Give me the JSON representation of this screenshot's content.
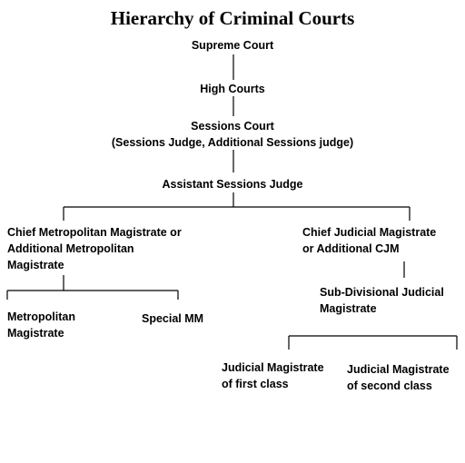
{
  "title": "Hierarchy of Criminal Courts",
  "nodes": {
    "supreme_court": "Supreme Court",
    "high_courts": "High Courts",
    "sessions_court": "Sessions Court",
    "sessions_court_sub": "(Sessions Judge, Additional Sessions judge)",
    "assistant_sessions_judge": "Assistant Sessions Judge",
    "cmm_line1": "Chief Metropolitan Magistrate or",
    "cmm_line2": "Additional Metropolitan",
    "cmm_line3": "Magistrate",
    "cjm_line1": "Chief Judicial Magistrate",
    "cjm_line2": "or Additional CJM",
    "mm_line1": "Metropolitan",
    "mm_line2": "Magistrate",
    "special_mm": "Special MM",
    "sdjm_line1": "Sub-Divisional Judicial",
    "sdjm_line2": "Magistrate",
    "jm1_line1": "Judicial Magistrate",
    "jm1_line2": "of first class",
    "jm2_line1": "Judicial Magistrate",
    "jm2_line2": "of second class"
  }
}
